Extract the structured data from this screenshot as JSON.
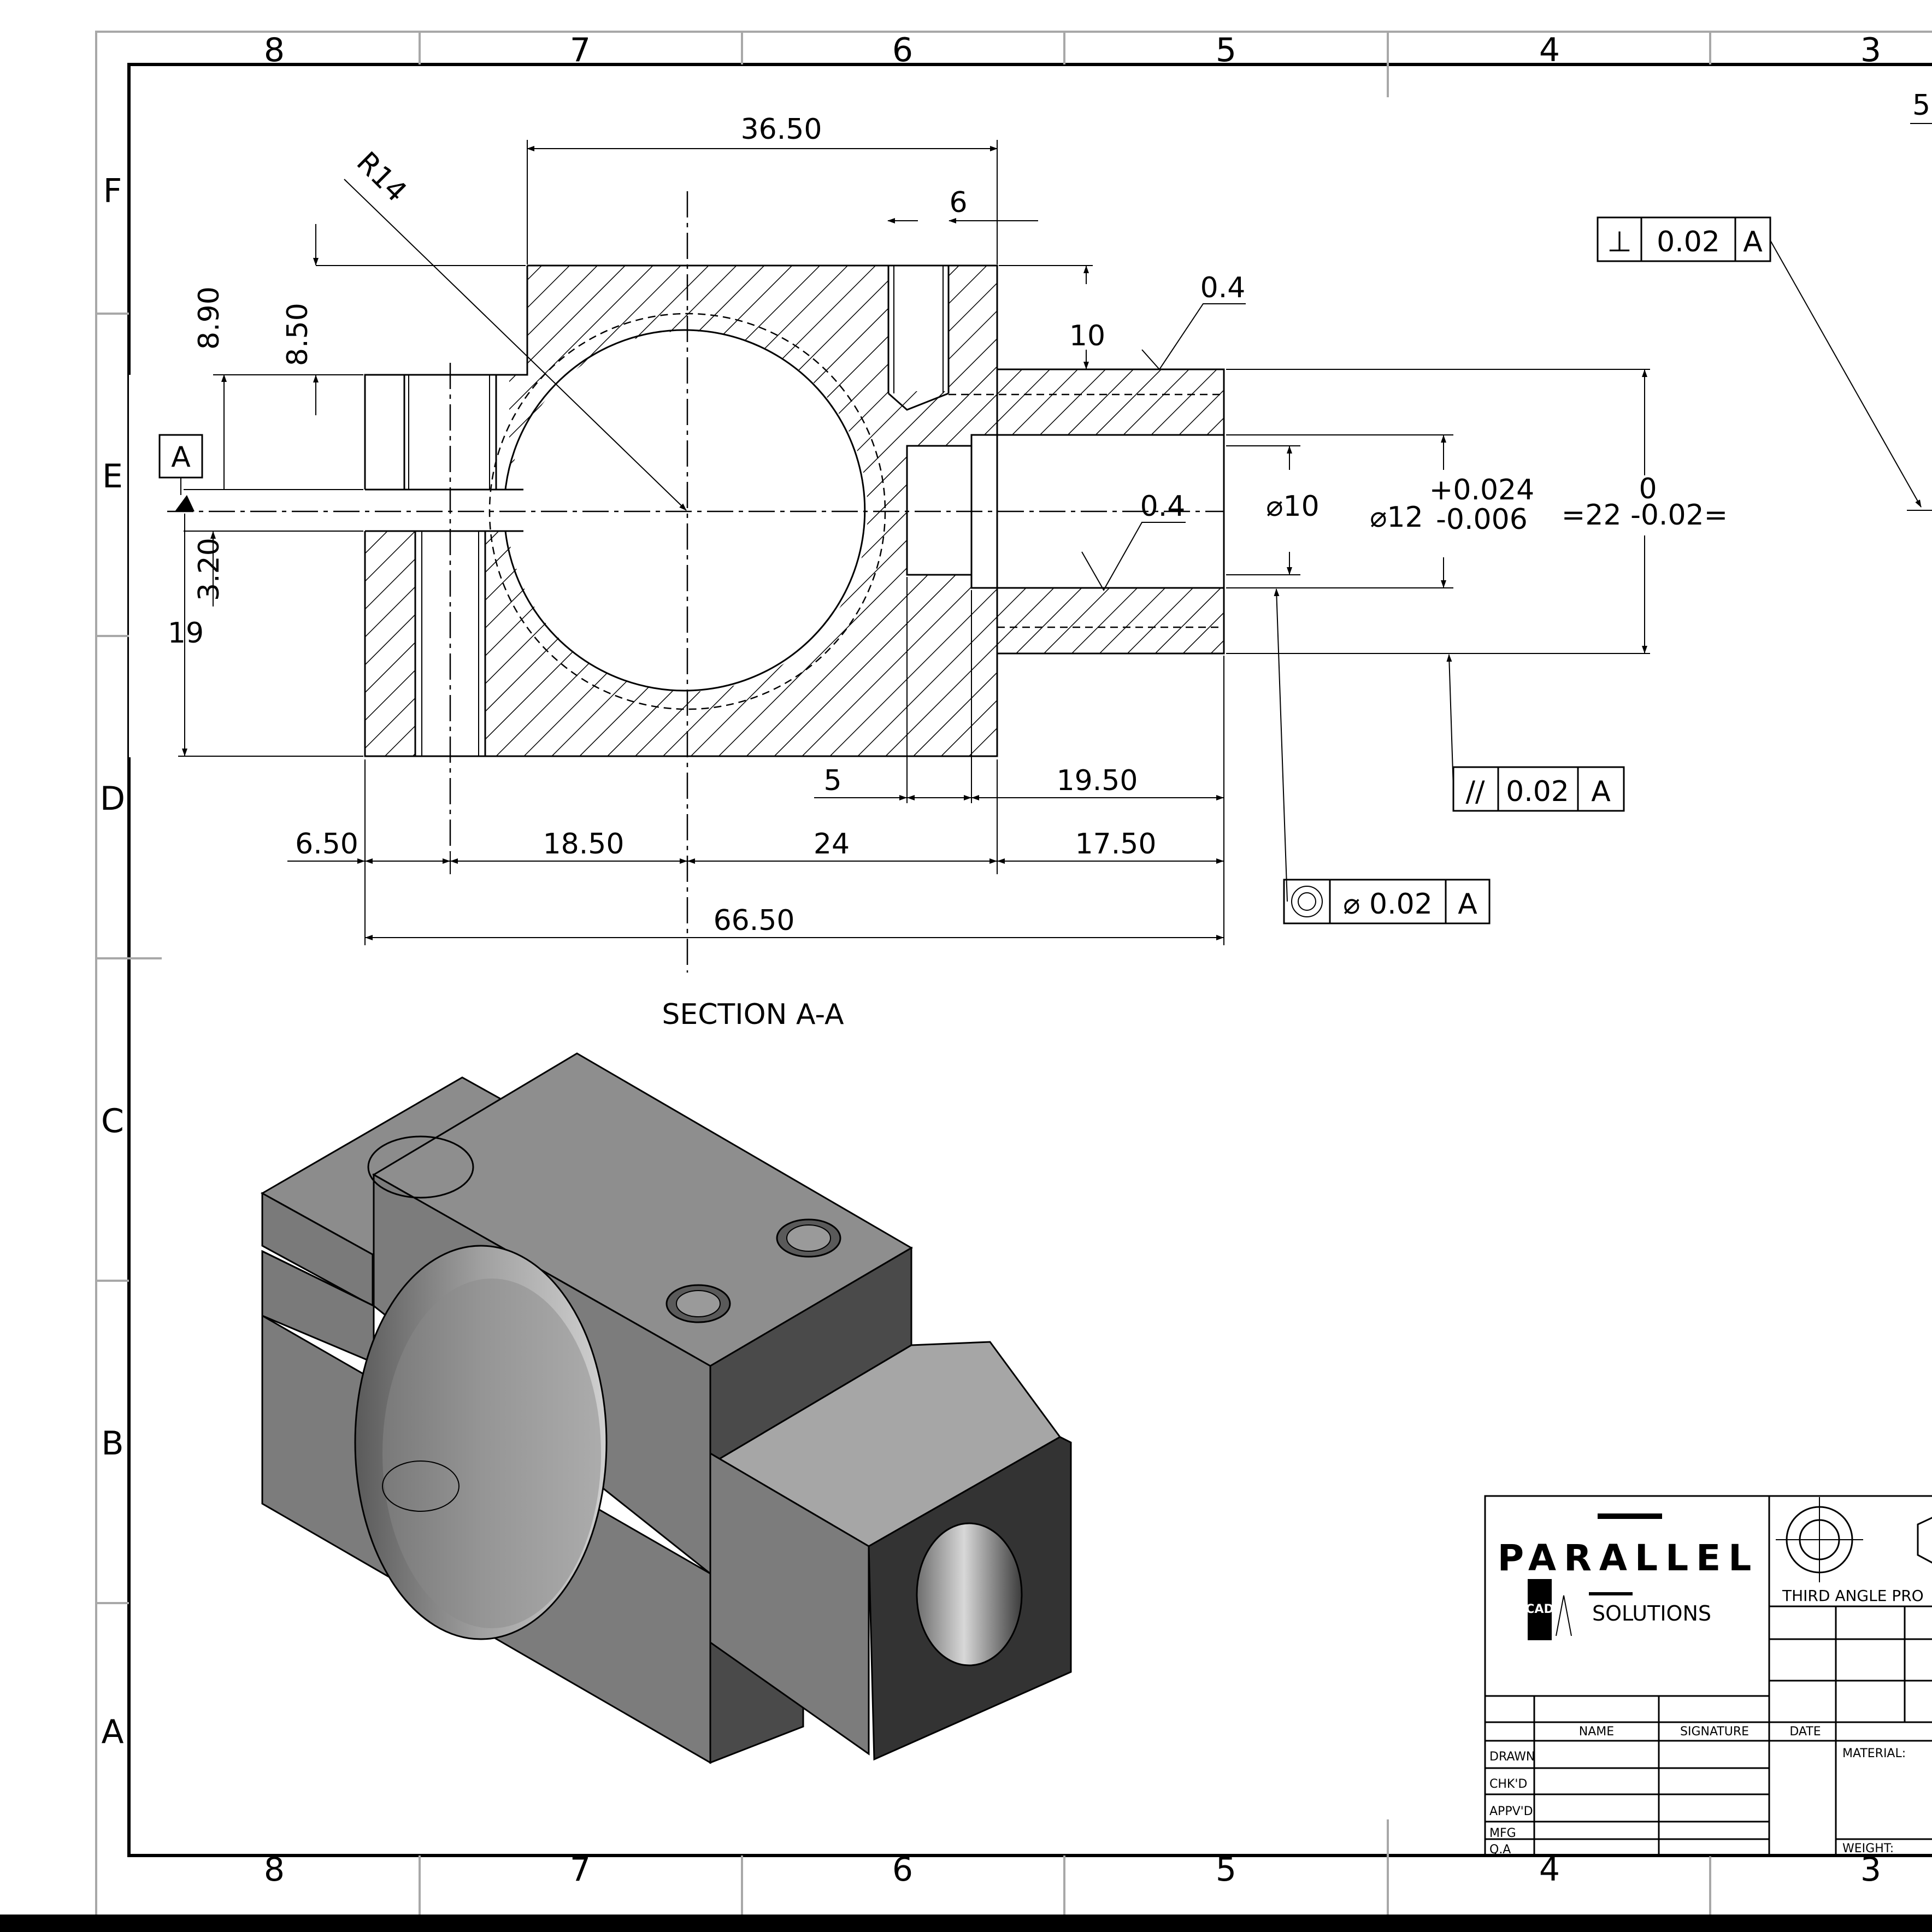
{
  "zones": {
    "columns": [
      "8",
      "7",
      "6",
      "5",
      "4",
      "3"
    ],
    "rows": [
      "F",
      "E",
      "D",
      "C",
      "B",
      "A"
    ]
  },
  "section": {
    "title": "SECTION A-A",
    "datum_label": "A",
    "dimensions": {
      "overall_length": "66.50",
      "top_width": "36.50",
      "slot": "6",
      "radius": "R14",
      "left_offset": "6.50",
      "hole_to_center": "18.50",
      "center_to_face": "24",
      "boss_length": "17.50",
      "counterbore_depth": "5",
      "boss_bore_length": "19.50",
      "top_step": "10",
      "height_8_90": "8.90",
      "height_8_50": "8.50",
      "gap_3_20": "3.20",
      "height_19": "19",
      "bore_small": "⌀10",
      "bore_main": "⌀12",
      "bore_main_tol_upper": "+0.024",
      "bore_main_tol_lower": "-0.006",
      "boss_height": "=22 -0.02=",
      "boss_height_upper": "0",
      "roughness_top": "0.4",
      "roughness_bore": "0.4"
    },
    "tolerances": [
      {
        "symbol": "⊥",
        "value": "0.02",
        "datum": "A"
      },
      {
        "symbol": "//",
        "value": "0.02",
        "datum": "A"
      },
      {
        "symbol": "◎",
        "value": "⌀ 0.02",
        "datum": "A"
      }
    ],
    "partial_text": "5"
  },
  "title_block": {
    "company_line1": "PARALLEL",
    "company_line2": "SOLUTIONS",
    "logo_text": "CAD",
    "projection": "THIRD ANGLE PRO",
    "headers": [
      "NAME",
      "SIGNATURE",
      "DATE"
    ],
    "rows": [
      "DRAWN",
      "CHK'D",
      "APPV'D",
      "MFG",
      "Q.A"
    ],
    "material_label": "MATERIAL:",
    "weight_label": "WEIGHT:"
  },
  "colors": {
    "frame": "#000000",
    "zone_divider": "#a8a8a8",
    "iso_top": "#8c8c8c",
    "iso_front": "#7a7a7a",
    "iso_side": "#4a4a4a",
    "iso_dark": "#333333"
  }
}
